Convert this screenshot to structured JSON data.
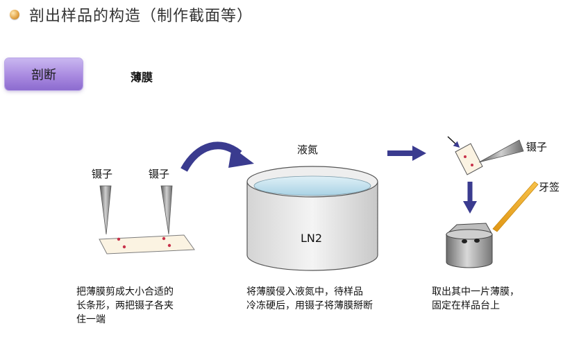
{
  "header": {
    "title": "剖出样品的构造（制作截面等）",
    "bullet_color": "#e3a64a"
  },
  "method": {
    "button_label": "剖断",
    "film_label": "薄膜"
  },
  "diagram": {
    "tweezers_left_label": "镊子",
    "tweezers_right_label": "镊子",
    "liquid_nitrogen_label": "液氮",
    "dewar_label": "LN2",
    "tweezers_step3_label": "镊子",
    "toothpick_label": "牙签"
  },
  "captions": {
    "step1": [
      "把薄膜剪成大小合适的",
      "长条形，两把镊子各夹",
      "住一端"
    ],
    "step2": [
      "将薄膜侵入液氮中，待样品",
      "冷冻硬后，用镊子将薄膜掰断"
    ],
    "step3": [
      "取出其中一片薄膜，",
      "固定在样品台上"
    ]
  },
  "colors": {
    "arrow": "#3a3b8f",
    "button": "#a98ae0",
    "sample_dot": "#c8324a",
    "toothpick": "#f2a81d"
  }
}
